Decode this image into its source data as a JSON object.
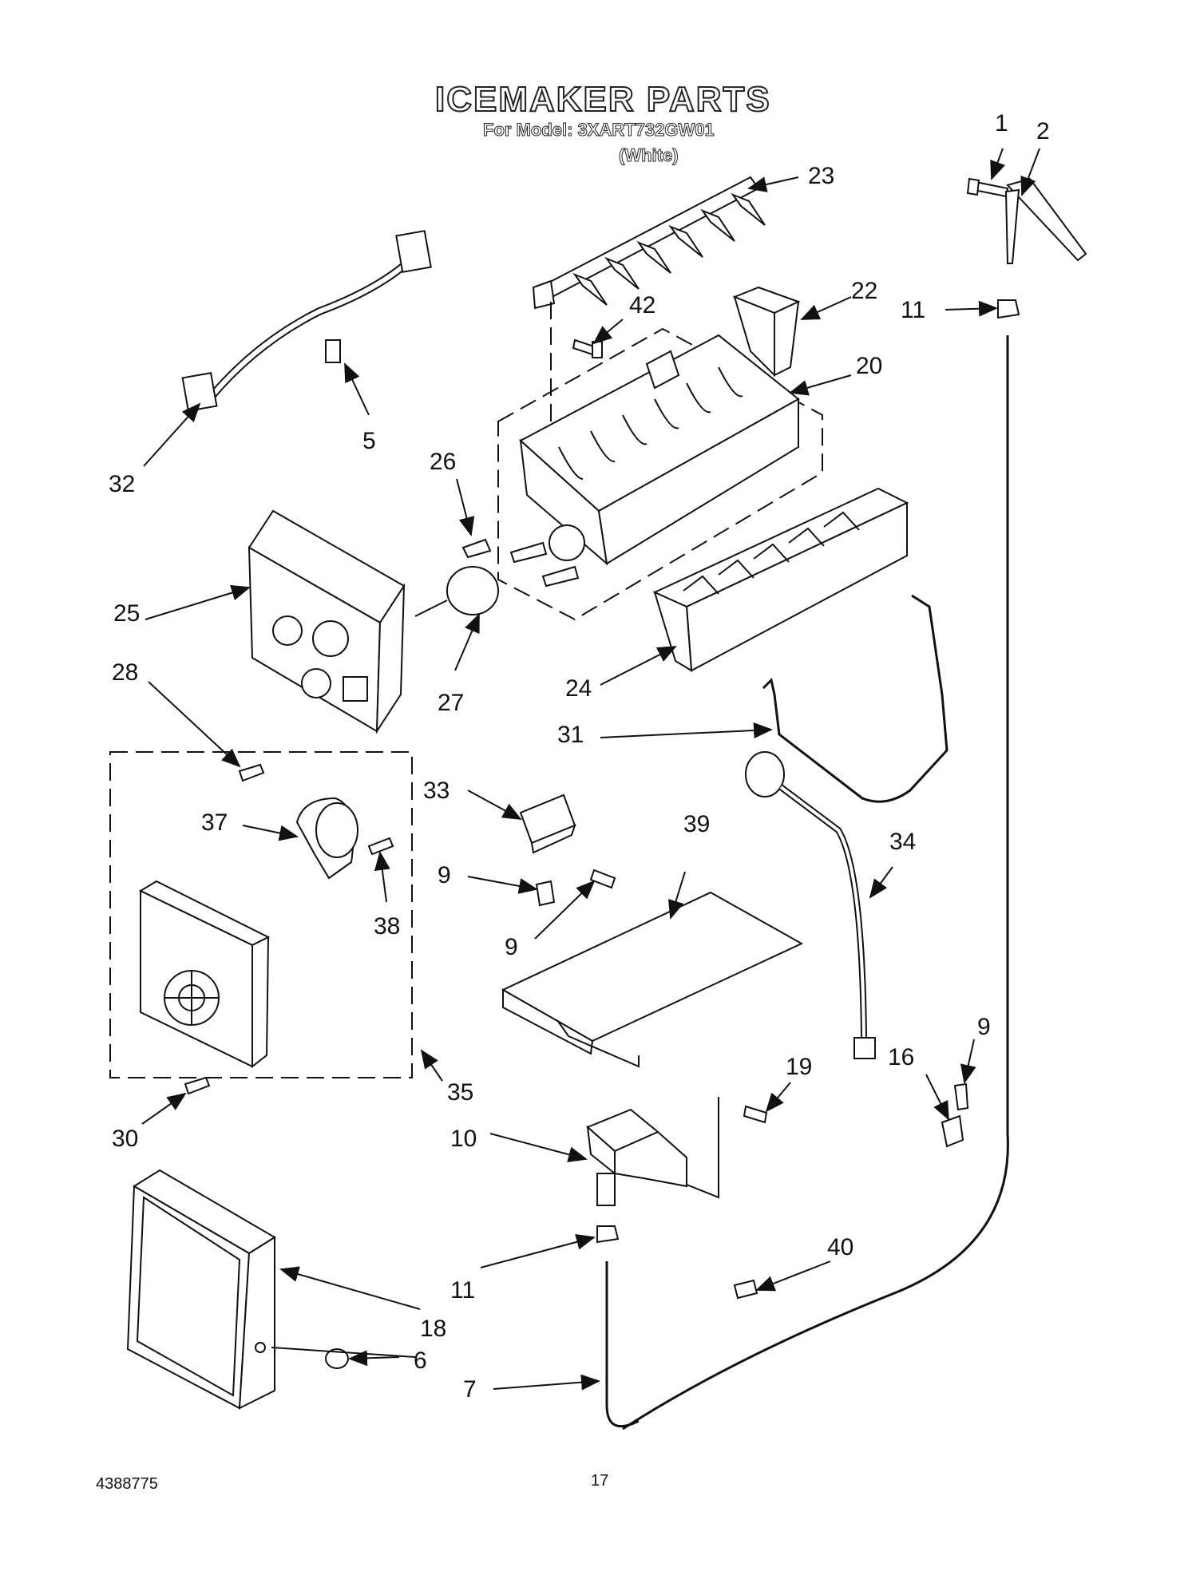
{
  "header": {
    "title": "ICEMAKER PARTS",
    "model_line": "For Model: 3XART732GW01",
    "color_line": "(White)"
  },
  "footer": {
    "doc_number": "4388775",
    "page_number": "17"
  },
  "callouts": {
    "c1": "1",
    "c2": "2",
    "c23": "23",
    "c22": "22",
    "c11a": "11",
    "c42": "42",
    "c20": "20",
    "c32": "32",
    "c5": "5",
    "c26": "26",
    "c25": "25",
    "c27": "27",
    "c28": "28",
    "c24": "24",
    "c31": "31",
    "c33": "33",
    "c37": "37",
    "c39": "39",
    "c34": "34",
    "c9a": "9",
    "c38": "38",
    "c9b": "9",
    "c9c": "9",
    "c19": "19",
    "c16": "16",
    "c35": "35",
    "c10": "10",
    "c30": "30",
    "c40": "40",
    "c11b": "11",
    "c18": "18",
    "c6": "6",
    "c7": "7"
  }
}
